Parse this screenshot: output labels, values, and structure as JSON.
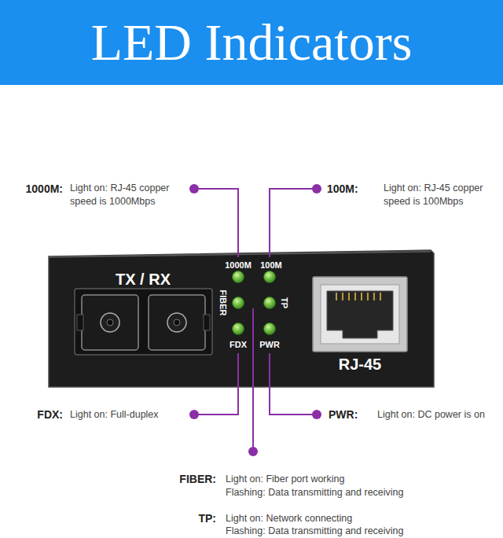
{
  "diagram": {
    "title": "LED Indicators",
    "nodes": [
      {
        "text": [
          "TX / RX",
          "1000M",
          "100M",
          "FIBER",
          "TP",
          "FDX",
          "PWR",
          "RJ-45"
        ]
      }
    ],
    "labels": [
      "1000M:",
      "Light on: RJ-45 copper speed is 1000Mbps",
      "100M:",
      "Light on: RJ-45 copper speed is 100Mbps",
      "FDX:",
      "Light on: Full-duplex",
      "PWR:",
      "Light on: DC power is on",
      "FIBER:",
      "Light on: Fiber port working",
      "Flashing: Data transmitting and receiving",
      "TP:",
      "Light on: Network connecting",
      "Flashing: Data transmitting and receiving"
    ]
  }
}
